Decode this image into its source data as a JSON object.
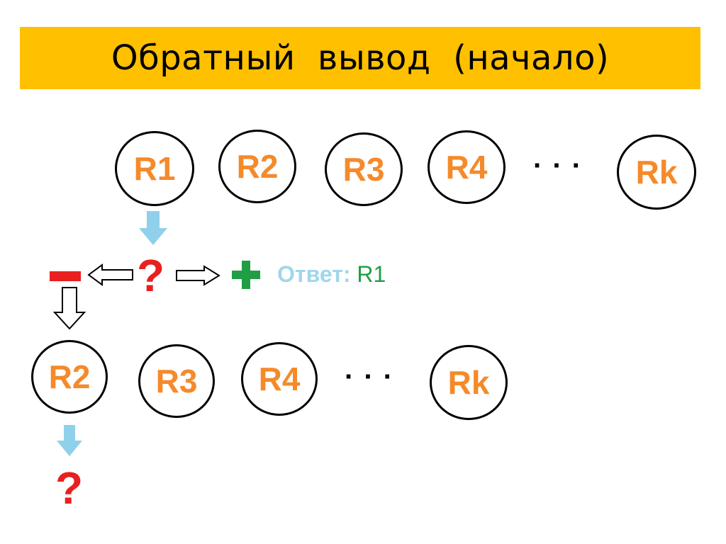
{
  "title": "Обратный  вывод  (начало)",
  "row1": {
    "nodes": [
      "R1",
      "R2",
      "R3",
      "R4",
      "Rk"
    ],
    "ellipsis": "···"
  },
  "row2": {
    "nodes": [
      "R2",
      "R3",
      "R4",
      "Rk"
    ],
    "ellipsis": "···"
  },
  "question_mark": "?",
  "answer": {
    "label": "Ответ:",
    "value": "R1"
  },
  "colors": {
    "title_bg": "#ffc000",
    "node_text": "#f58a2a",
    "question": "#e8201f",
    "plus": "#1f9e45",
    "minus": "#e8201f",
    "down_arrow": "#8fd0ea",
    "answer_label": "#9fd7ea"
  }
}
